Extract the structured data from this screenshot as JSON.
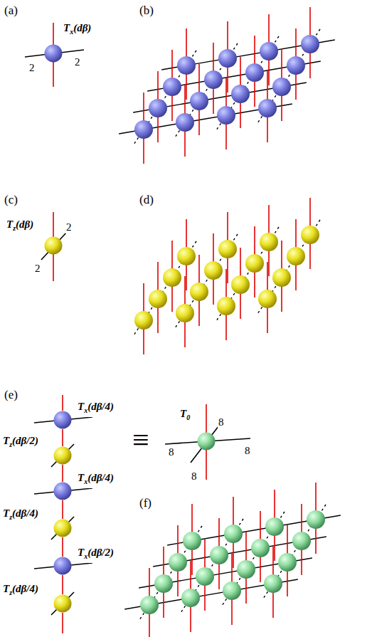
{
  "diagram": {
    "nodes": [
      {
        "text": [
          "Tx(dβ)"
        ]
      },
      {
        "text": [
          "Tz(dβ)"
        ]
      },
      {
        "text": [
          "Tx(dβ/4)"
        ]
      },
      {
        "text": [
          "Tz(dβ/2)"
        ]
      },
      {
        "text": [
          "Tx(dβ/4)"
        ]
      },
      {
        "text": [
          "Tz(dβ/4)"
        ]
      },
      {
        "text": [
          "Tx(dβ/2)"
        ]
      },
      {
        "text": [
          "Tz(dβ/4)"
        ]
      },
      {
        "text": [
          "T0"
        ]
      }
    ],
    "edges": [
      {
        "from": 2,
        "to": 3,
        "arrow": "none"
      },
      {
        "from": 3,
        "to": 4,
        "arrow": "none"
      },
      {
        "from": 4,
        "to": 5,
        "arrow": "none"
      },
      {
        "from": 5,
        "to": 6,
        "arrow": "none"
      },
      {
        "from": 6,
        "to": 7,
        "arrow": "none"
      }
    ],
    "labels": [
      "(a)",
      "2",
      "2",
      "(b)",
      "(c)",
      "2",
      "2",
      "(d)",
      "(e)",
      "≡",
      "8",
      "8",
      "8",
      "8",
      "(f)"
    ]
  }
}
